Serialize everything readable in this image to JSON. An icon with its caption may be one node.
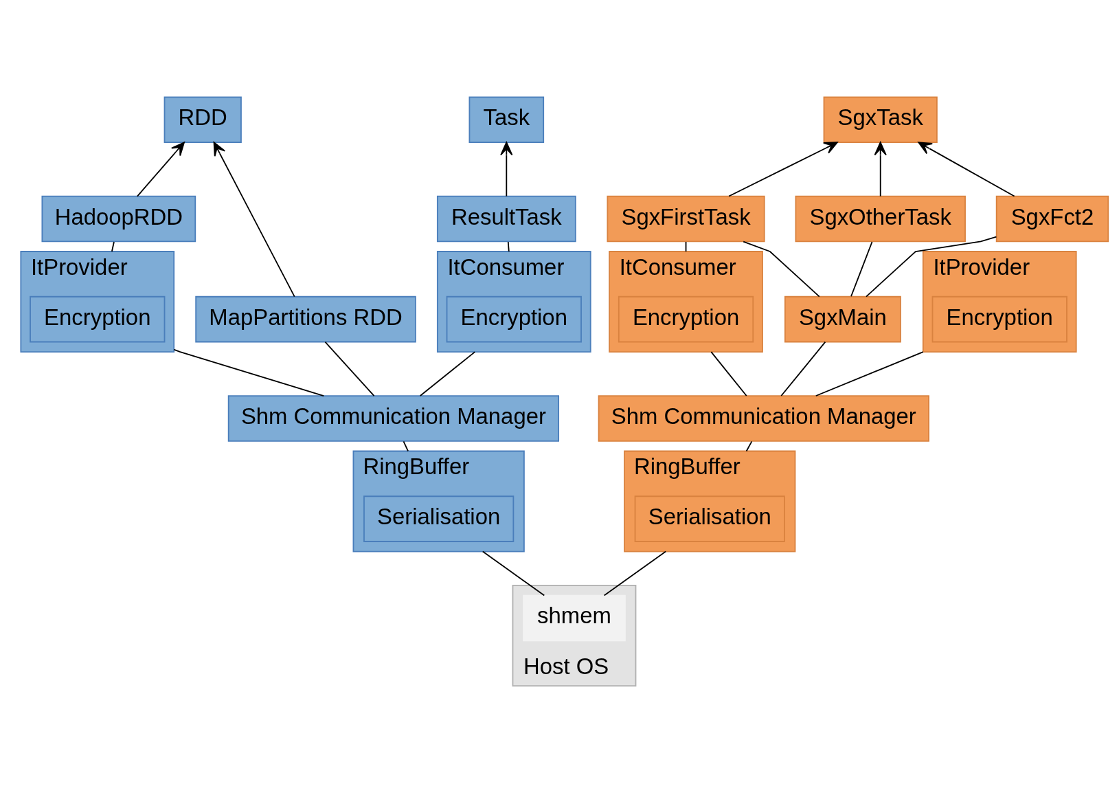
{
  "diagram": {
    "nodes": [
      {
        "text": [
          "RDD"
        ]
      },
      {
        "text": [
          "Task"
        ]
      },
      {
        "text": [
          "SgxTask"
        ]
      },
      {
        "text": [
          "MapPartitions RDD"
        ]
      },
      {
        "text": [
          "HadoopRDD"
        ]
      },
      {
        "text": [
          "ResultTask"
        ]
      },
      {
        "text": [
          "SgxFirstTask"
        ]
      },
      {
        "text": [
          "SgxOtherTask"
        ]
      },
      {
        "text": [
          "SgxFct2"
        ]
      },
      {
        "text": [
          "ItProvider"
        ]
      },
      {
        "text": [
          "Encryption"
        ],
        "in": 9
      },
      {
        "text": [
          "ItConsumer"
        ]
      },
      {
        "text": [
          "Encryption"
        ],
        "in": 11
      },
      {
        "text": [
          "ItConsumer"
        ]
      },
      {
        "text": [
          "Encryption"
        ],
        "in": 13
      },
      {
        "text": [
          "SgxMain"
        ]
      },
      {
        "text": [
          "ItProvider"
        ]
      },
      {
        "text": [
          "Encryption"
        ],
        "in": 16
      },
      {
        "text": [
          "Shm Communication Manager"
        ]
      },
      {
        "text": [
          "Shm Communication Manager"
        ]
      },
      {
        "text": [
          "RingBuffer"
        ]
      },
      {
        "text": [
          "Serialisation"
        ],
        "in": 20
      },
      {
        "text": [
          "RingBuffer"
        ]
      },
      {
        "text": [
          "Serialisation"
        ],
        "in": 22
      },
      {
        "text": [
          "Host OS"
        ]
      },
      {
        "text": [
          "shmem"
        ],
        "in": 24
      }
    ],
    "edges": [
      {
        "from": 3,
        "to": 0,
        "arrow": "to"
      },
      {
        "from": 4,
        "to": 0,
        "arrow": "to"
      },
      {
        "from": 5,
        "to": 1,
        "arrow": "to"
      },
      {
        "from": 6,
        "to": 2,
        "arrow": "to"
      },
      {
        "from": 7,
        "to": 2,
        "arrow": "to"
      },
      {
        "from": 8,
        "to": 2,
        "arrow": "to"
      },
      {
        "from": 4,
        "to": 9,
        "arrow": "none"
      },
      {
        "from": 5,
        "to": 11,
        "arrow": "none"
      },
      {
        "from": 6,
        "to": 13,
        "arrow": "none"
      },
      {
        "from": 6,
        "to": 15,
        "arrow": "none"
      },
      {
        "from": 7,
        "to": 15,
        "arrow": "none"
      },
      {
        "from": 8,
        "to": 15,
        "arrow": "none"
      },
      {
        "from": 3,
        "to": 18,
        "arrow": "none"
      },
      {
        "from": 9,
        "to": 18,
        "arrow": "none"
      },
      {
        "from": 11,
        "to": 18,
        "arrow": "none"
      },
      {
        "from": 13,
        "to": 19,
        "arrow": "none"
      },
      {
        "from": 15,
        "to": 19,
        "arrow": "none"
      },
      {
        "from": 16,
        "to": 19,
        "arrow": "none"
      },
      {
        "from": 18,
        "to": 20,
        "arrow": "none"
      },
      {
        "from": 19,
        "to": 22,
        "arrow": "none"
      },
      {
        "from": 20,
        "to": 25,
        "arrow": "none"
      },
      {
        "from": 22,
        "to": 25,
        "arrow": "none"
      }
    ]
  }
}
